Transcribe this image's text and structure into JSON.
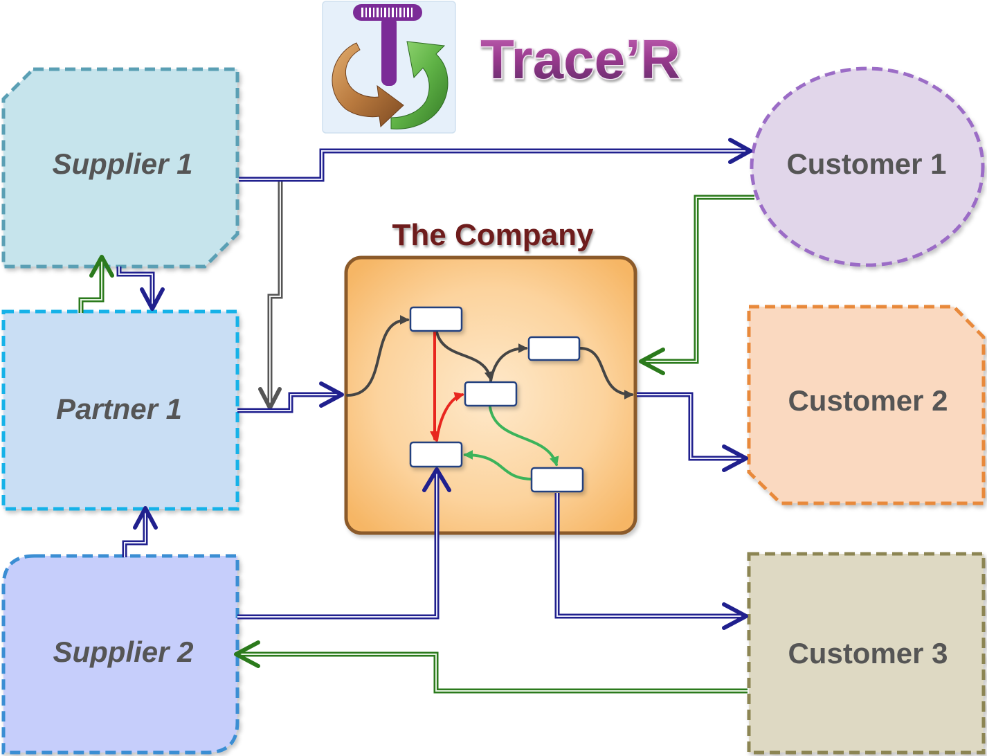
{
  "brand": {
    "title": "Trace’R",
    "logo_icon": "trace-cycle-logo-icon",
    "logo_letter": "T"
  },
  "company": {
    "title": "The Company",
    "border": "#8b5a2b"
  },
  "entities": {
    "supplier_1": {
      "label": "Supplier 1",
      "fill": "#c6e4ec",
      "border": "#5a9fb4"
    },
    "partner_1": {
      "label": "Partner 1",
      "fill": "#c9def4",
      "border": "#19b2e8"
    },
    "supplier_2": {
      "label": "Supplier 2",
      "fill": "#c6cefb",
      "border": "#3b8ed3"
    },
    "customer_1": {
      "label": "Customer 1",
      "fill": "#e1d6ea",
      "border": "#9b6cc6"
    },
    "customer_2": {
      "label": "Customer 2",
      "fill": "#fad9c0",
      "border": "#e8893b"
    },
    "customer_3": {
      "label": "Customer 3",
      "fill": "#ded9c3",
      "border": "#8c8552"
    }
  },
  "flow_colors": {
    "outbound": "#20208e",
    "return": "#2b7a1c",
    "transfer": "#555555",
    "internal_flow": "#454545",
    "internal_rework": "#e8261e",
    "internal_return": "#3cb35a"
  }
}
